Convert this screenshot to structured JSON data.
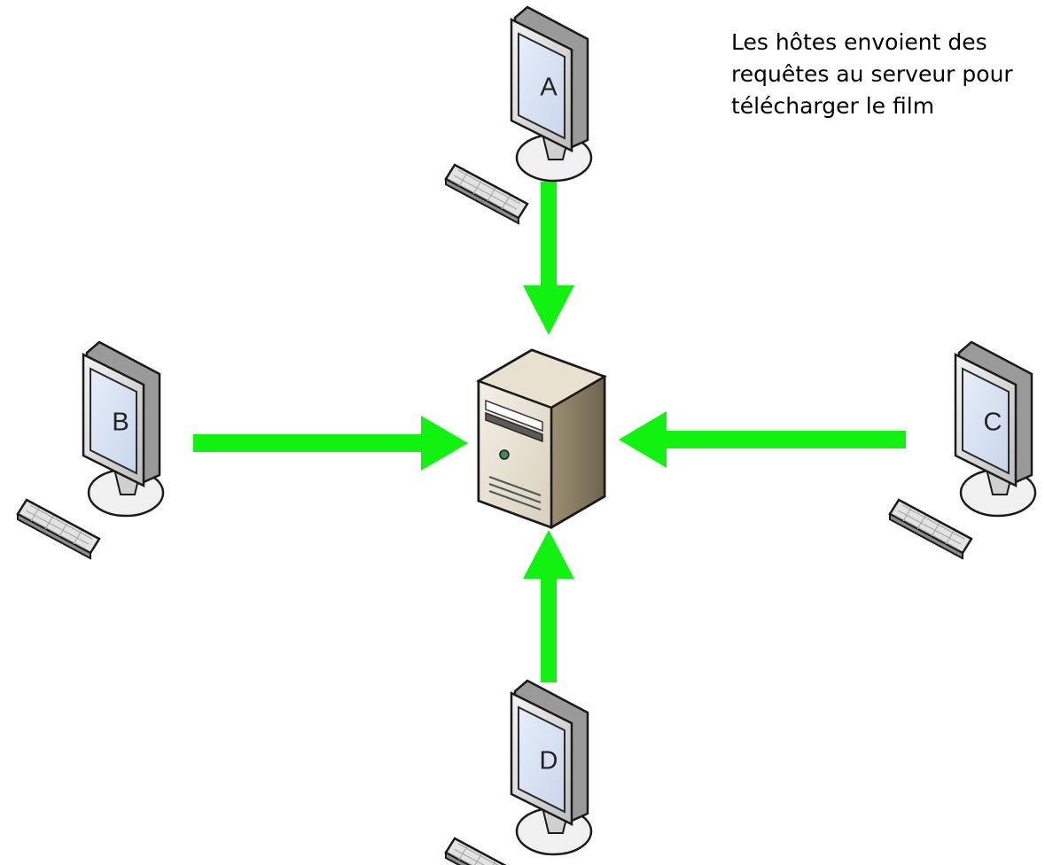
{
  "caption": {
    "lines": [
      "Les hôtes envoient des",
      "requêtes au serveur pour",
      "télécharger le film"
    ]
  },
  "hosts": [
    {
      "id": "A",
      "label": "A"
    },
    {
      "id": "B",
      "label": "B"
    },
    {
      "id": "C",
      "label": "C"
    },
    {
      "id": "D",
      "label": "D"
    }
  ],
  "colors": {
    "arrow": "#11f211",
    "screen": "#d7e3f4",
    "server_body": "#ece6d8",
    "outline": "#1a1a1a"
  },
  "icons": {
    "host": "computer-workstation-icon",
    "server": "server-tower-icon"
  }
}
